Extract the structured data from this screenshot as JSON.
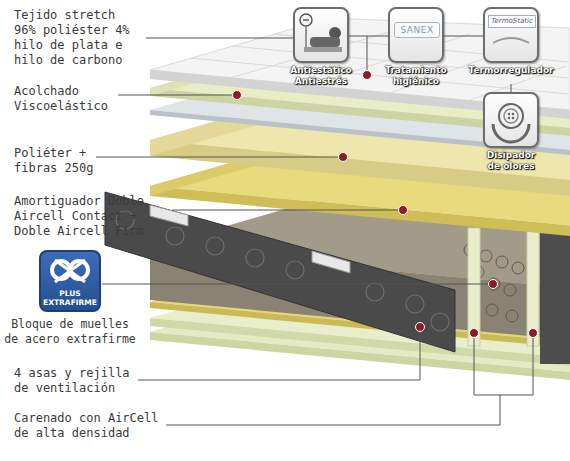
{
  "diagram": {
    "nodes": [
      {
        "text": [
          "Antiestático Antiestrés"
        ]
      },
      {
        "text": [
          "SANEX",
          "Tratamiento higiénico"
        ]
      },
      {
        "text": [
          "TermoStatic",
          "Termorregulador"
        ]
      },
      {
        "text": [
          "Disipador de olores"
        ]
      },
      {
        "text": [
          "PLUS EXTRAFIRME",
          "Bloque de muelles de acero extrafirme"
        ]
      }
    ],
    "labels": [
      "Tejido stretch 96% poliéster 4% hilo de plata e hilo de carbono",
      "Acolchado Viscoelástico",
      "Poliéter + fibras 250g",
      "Amortiguador Doble Aircell Contact + Doble Aircell Firm",
      "4 asas y rejilla de ventilación",
      "Carenado con AirCell de alta densidad"
    ]
  }
}
